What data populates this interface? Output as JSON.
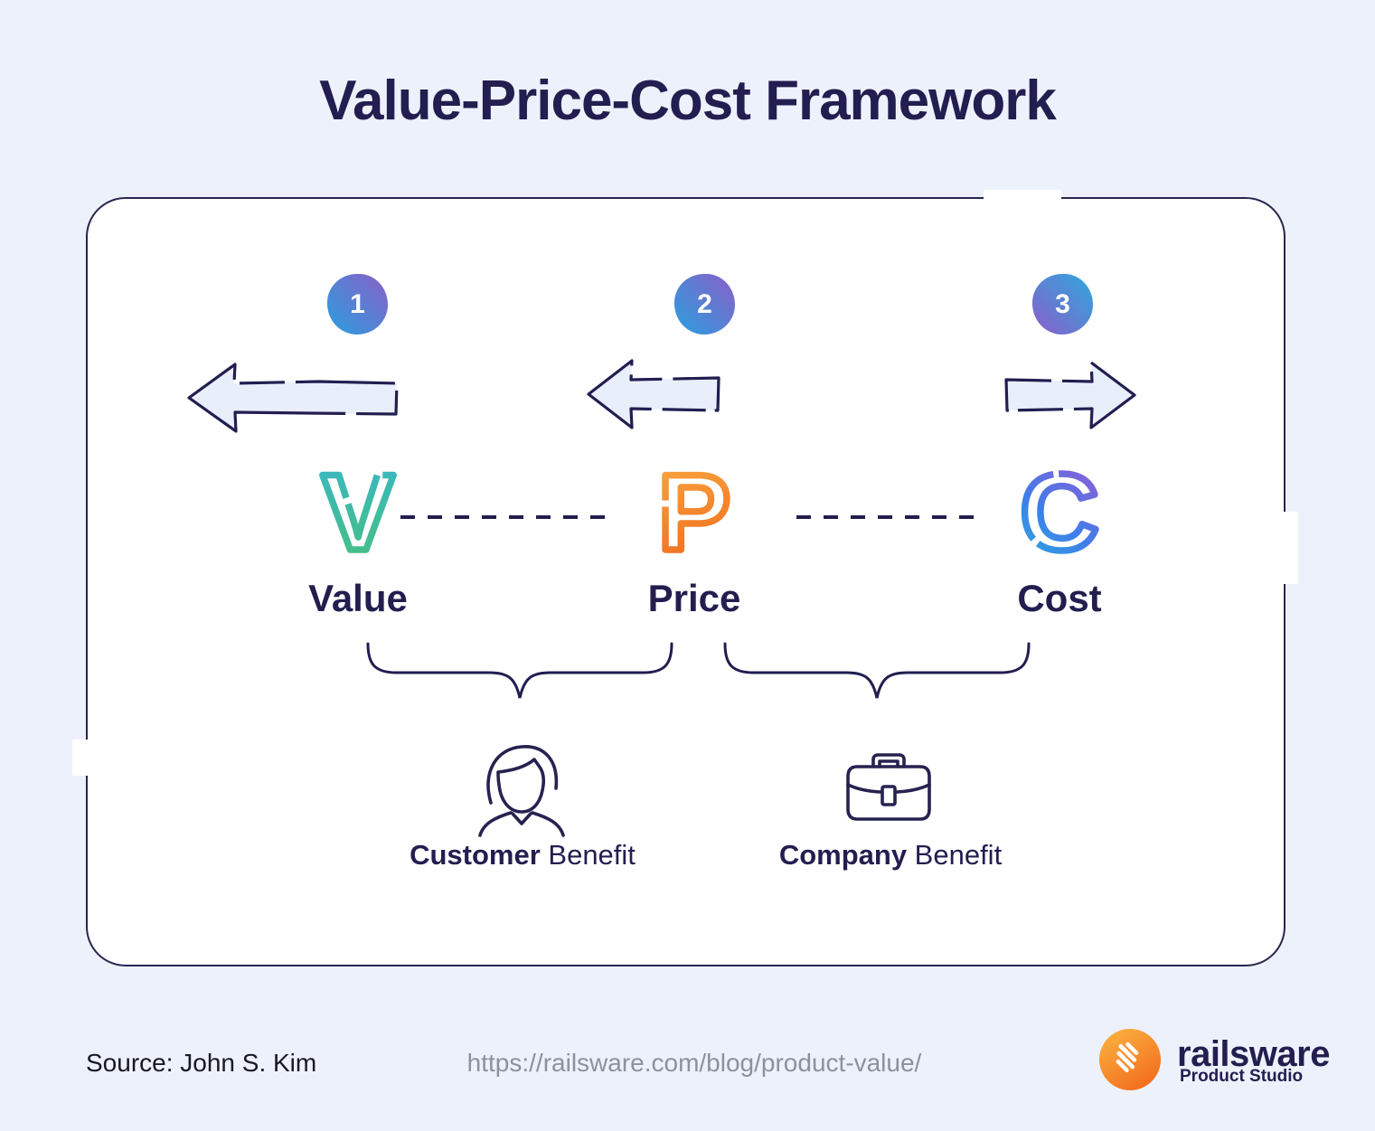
{
  "title": "Value-Price-Cost Framework",
  "steps": [
    {
      "number": "1",
      "letter": "V",
      "label": "Value",
      "arrow_direction": "left"
    },
    {
      "number": "2",
      "letter": "P",
      "label": "Price",
      "arrow_direction": "left"
    },
    {
      "number": "3",
      "letter": "C",
      "label": "Cost",
      "arrow_direction": "right"
    }
  ],
  "benefits": [
    {
      "bold": "Customer",
      "rest": " Benefit",
      "icon": "person-icon"
    },
    {
      "bold": "Company",
      "rest": " Benefit",
      "icon": "briefcase-icon"
    }
  ],
  "footer": {
    "source": "Source: John S. Kim",
    "url": "https://railsware.com/blog/product-value/",
    "brand": "railsware",
    "brand_subtitle": "Product Studio"
  },
  "colors": {
    "background": "#edf1fb",
    "panel": "#ffffff",
    "ink": "#221e50",
    "arrow_fill": "#e9eefb",
    "url_gray": "#8d919c",
    "value_gradient": [
      "#38b7c8",
      "#47c07c"
    ],
    "price_gradient": [
      "#fbaa42",
      "#ef6c1e"
    ],
    "cost_gradient": [
      "#8e5ed4",
      "#3f7eea",
      "#2fa8de"
    ],
    "badge_gradient": [
      "#2a9fdf",
      "#8a5fc8"
    ],
    "logo_orange": [
      "#fbb03f",
      "#f26a1d"
    ]
  }
}
